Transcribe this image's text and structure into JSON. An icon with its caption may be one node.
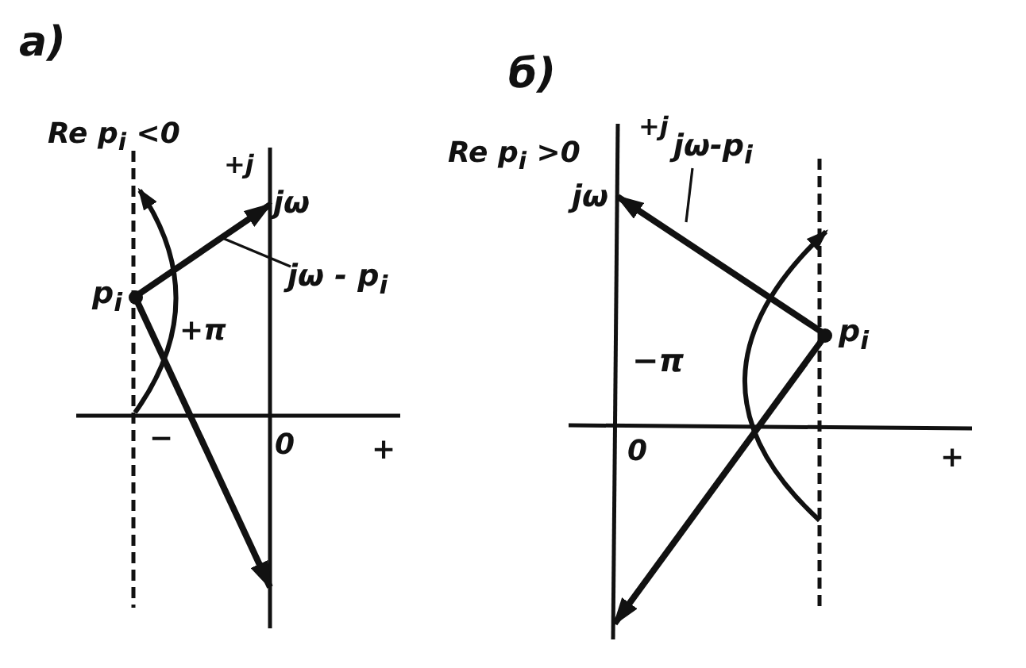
{
  "diagram": {
    "nodes": [
      {
        "text": [
          "p$_{i}$"
        ]
      },
      {
        "text": [
          "jω"
        ]
      },
      {
        "text": [
          "jω - p$_{i}$"
        ]
      },
      {
        "text": [
          "p$_{i}$"
        ]
      },
      {
        "text": [
          "jω"
        ]
      },
      {
        "text": [
          "jω-p$_{i}$"
        ]
      }
    ],
    "edges": [
      {
        "from": 0,
        "to": 1,
        "arrow": "to"
      },
      {
        "from": 0,
        "to": null,
        "arrow": "to"
      },
      {
        "from": 2,
        "to": null,
        "arrow": "none"
      },
      {
        "from": 3,
        "to": 4,
        "arrow": "to"
      },
      {
        "from": 3,
        "to": null,
        "arrow": "to"
      },
      {
        "from": 5,
        "to": null,
        "arrow": "none"
      }
    ],
    "labels": [
      "а)",
      "Re p$_{i}$ <0",
      "+j",
      "+π",
      "−",
      "0",
      "+",
      "б)",
      "Re p$_{i}$ >0",
      "+j",
      "−π",
      "0",
      "+"
    ]
  }
}
